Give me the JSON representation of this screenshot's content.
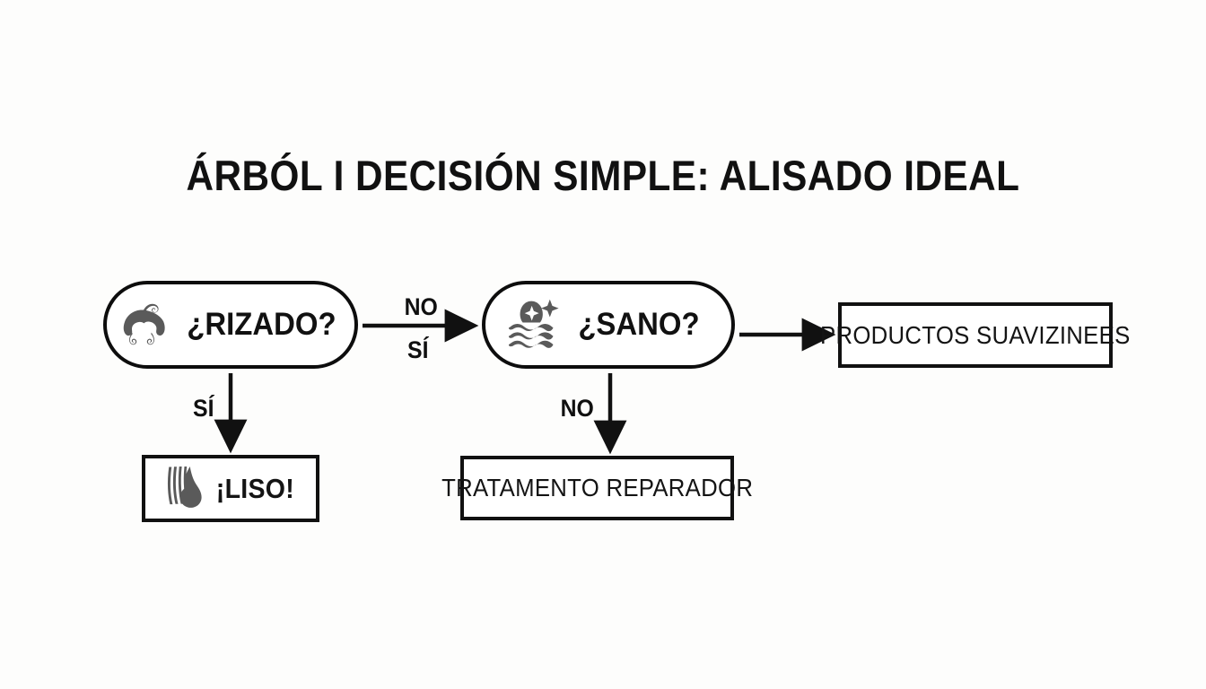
{
  "page": {
    "title": "ÁRBÓL I DECISIÓN SIMPLE: ALISADO IDEAL",
    "background_color": "#fdfdfc",
    "stroke_color": "#111111",
    "icon_color": "#5a5a5a"
  },
  "nodes": {
    "rizado": {
      "label": "¿RIZADO?",
      "icon": "curly-hair-icon",
      "shape": "pill"
    },
    "sano": {
      "label": "¿SANO?",
      "icon": "sparkle-waves-icon",
      "shape": "pill"
    },
    "liso": {
      "label": "¡LISO!",
      "icon": "straight-hair-strand-icon",
      "shape": "rect"
    },
    "tratamento": {
      "label": "TRATAMENTO REPARADOR",
      "icon": null,
      "shape": "rect"
    },
    "productos": {
      "label": "PRODUCTOS SUAVIZINEES",
      "icon": null,
      "shape": "rect"
    }
  },
  "edges": {
    "rizado_to_sano_top": "NO",
    "rizado_to_sano_bottom": "SÍ",
    "rizado_to_liso": "SÍ",
    "sano_to_tratamento": "NO",
    "sano_to_productos": ""
  }
}
